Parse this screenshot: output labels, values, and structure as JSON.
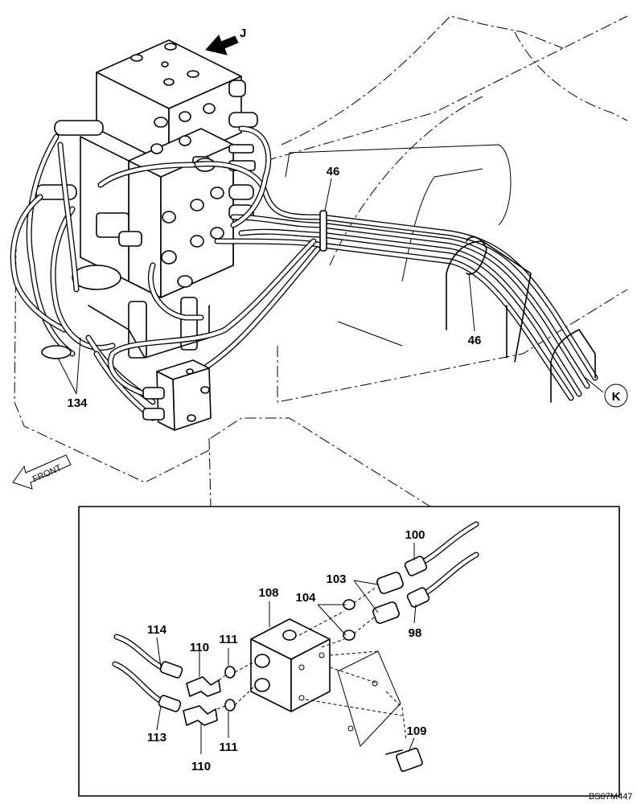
{
  "drawing_code": "BS07M447",
  "view_marker_j": "J",
  "view_marker_k": "K",
  "front_arrow_label": "FRONT",
  "callouts": {
    "c46_top": "46",
    "c46_right": "46",
    "c134": "134",
    "c100": "100",
    "c103": "103",
    "c104": "104",
    "c108": "108",
    "c98": "98",
    "c114": "114",
    "c110_top": "110",
    "c111_top": "111",
    "c113": "113",
    "c110_bottom": "110",
    "c111_bottom": "111",
    "c109": "109"
  }
}
